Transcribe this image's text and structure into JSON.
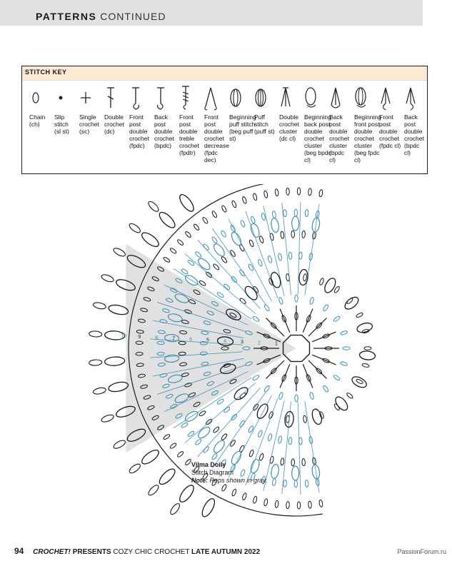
{
  "header": {
    "title_bold": "PATTERNS",
    "title_light": "CONTINUED"
  },
  "stitch_key": {
    "title": "STITCH KEY",
    "items": [
      {
        "label": "Chain (ch)",
        "icon": "chain-oval-icon"
      },
      {
        "label": "Slip stitch (sl st)",
        "icon": "dot-icon"
      },
      {
        "label": "Single crochet (sc)",
        "icon": "plus-icon"
      },
      {
        "label": "Double crochet (dc)",
        "icon": "dc-icon"
      },
      {
        "label": "Front post double crochet (fpdc)",
        "icon": "fpdc-icon"
      },
      {
        "label": "Back post double crochet (bpdc)",
        "icon": "bpdc-icon"
      },
      {
        "label": "Front post double treble crochet (fpdtr)",
        "icon": "fpdtr-icon"
      },
      {
        "label": "Front post double crochet decrease (fpdc dec)",
        "icon": "fpdc-dec-icon"
      },
      {
        "label": "Beginning puff stitch (beg puff st)",
        "icon": "beg-puff-icon"
      },
      {
        "label": "Puff stitch (puff st)",
        "icon": "puff-icon"
      },
      {
        "label": "Double crochet cluster (dc cl)",
        "icon": "dc-cluster-icon"
      },
      {
        "label": "Beginning back post double crochet cluster (beg bpdc cl)",
        "icon": "beg-bpdc-cl-icon"
      },
      {
        "label": "Back post double crochet cluster (bpdc cl)",
        "icon": "bpdc-cl-icon"
      },
      {
        "label": "Beginning front post double crochet cluster (beg fpdc cl)",
        "icon": "beg-fpdc-cl-icon"
      },
      {
        "label": "Front post double crochet (fpdc cl)",
        "icon": "fpdc-cl-icon"
      },
      {
        "label": "Back post double crochet (bpdc cl)",
        "icon": "bpdc-cl-icon-2"
      }
    ]
  },
  "diagram": {
    "round_numbers": [
      "1",
      "2",
      "3",
      "4",
      "5",
      "6",
      "7",
      "8",
      "9",
      "10"
    ],
    "colors": {
      "black": "#1a1a1a",
      "blue": "#3b8fb3",
      "gray": "#d9d9d9"
    }
  },
  "caption": {
    "title": "Vilma Doily",
    "subtitle": "Stitch Diagram",
    "note_label": "Note:",
    "note_text": "Reps shown in gray."
  },
  "footer": {
    "page_number": "94",
    "magazine": "CROCHET!",
    "presents": "PRESENTS",
    "book": "COZY CHIC CROCHET",
    "season": "LATE AUTUMN 2022"
  },
  "watermark": "PassionForum.ru"
}
